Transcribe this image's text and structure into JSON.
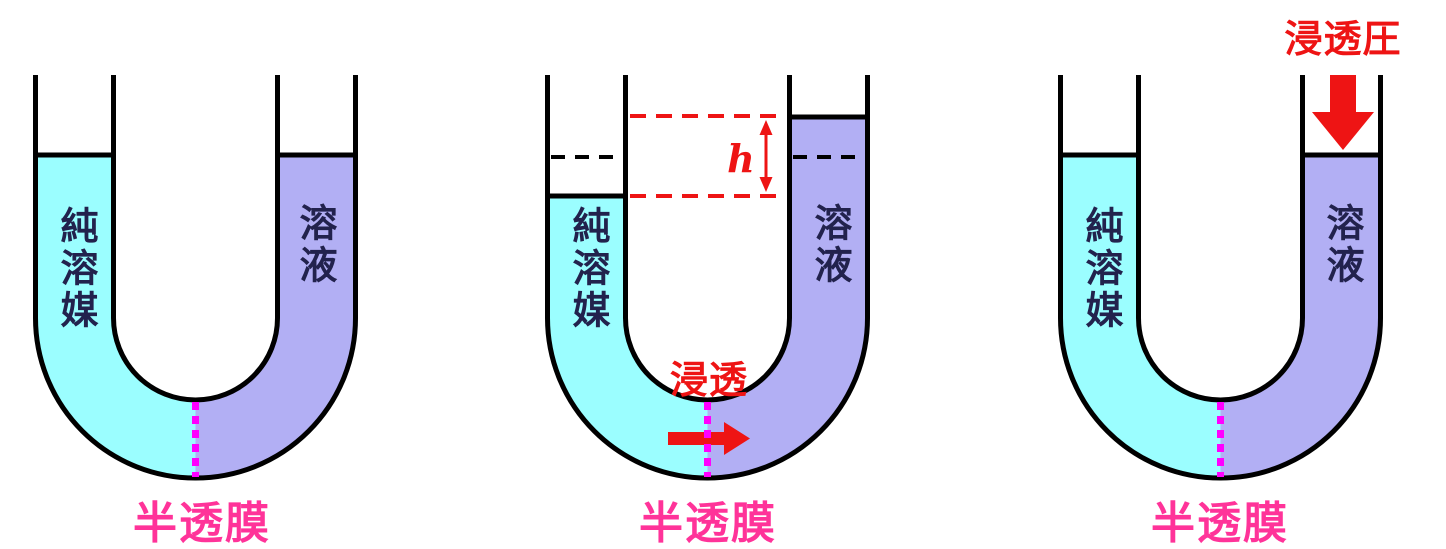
{
  "figure": {
    "subject": "osmosis-u-tube-diagram",
    "panels": [
      {
        "id": "initial-state",
        "left_label": "純溶媒",
        "right_label": "溶液",
        "membrane_label": "半透膜"
      },
      {
        "id": "osmosis-in-progress",
        "left_label": "純溶媒",
        "right_label": "溶液",
        "membrane_label": "半透膜",
        "process_label": "浸透",
        "height_label": "h"
      },
      {
        "id": "osmotic-pressure-applied",
        "left_label": "純溶媒",
        "right_label": "溶液",
        "membrane_label": "半透膜",
        "pressure_label": "浸透圧"
      }
    ]
  },
  "colors": {
    "pure_solvent_fill": "#9BFEFF",
    "solution_fill": "#B2AFF4",
    "tube_outline": "#000000",
    "membrane_line": "#FF00FF",
    "membrane_text": "#FF3399",
    "liquid_text": "#22224D",
    "annotation_red": "#EE1414"
  }
}
